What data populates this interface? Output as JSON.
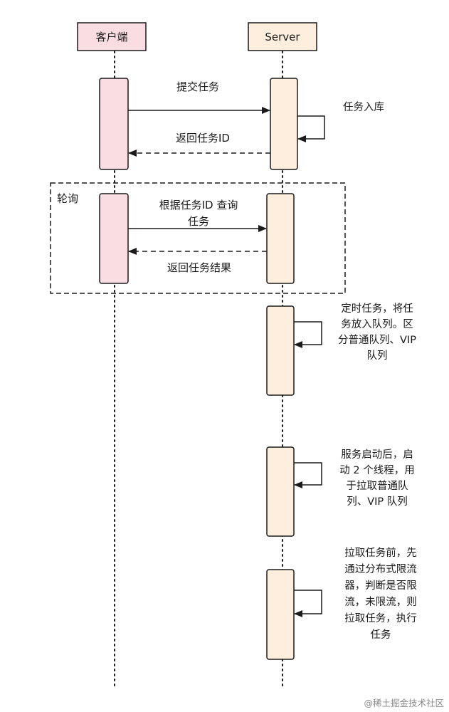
{
  "participants": {
    "client": "客户端",
    "server": "Server"
  },
  "messages": {
    "submit_task": "提交任务",
    "return_task_id": "返回任务ID",
    "query_line1": "根据任务ID 查询",
    "query_line2": "任务",
    "return_result": "返回任务结果"
  },
  "loop": {
    "label": "轮询"
  },
  "notes": {
    "enqueue": "任务入库",
    "scheduled": [
      "定时任务，将任",
      "务放入队列。区",
      "分普通队列、VIP",
      "队列"
    ],
    "startup": [
      "服务启动后，启",
      "动 2 个线程，用",
      "于拉取普通队",
      "列、VIP 队列"
    ],
    "ratelimit": [
      "拉取任务前，先",
      "通过分布式限流",
      "器，判断是否限",
      "流，未限流，则",
      "拉取任务，执行",
      "任务"
    ]
  },
  "colors": {
    "client_fill": "#f9dde2",
    "server_fill": "#fdeedd",
    "stroke": "#1a1a1a"
  },
  "watermark": "@稀土掘金技术社区"
}
